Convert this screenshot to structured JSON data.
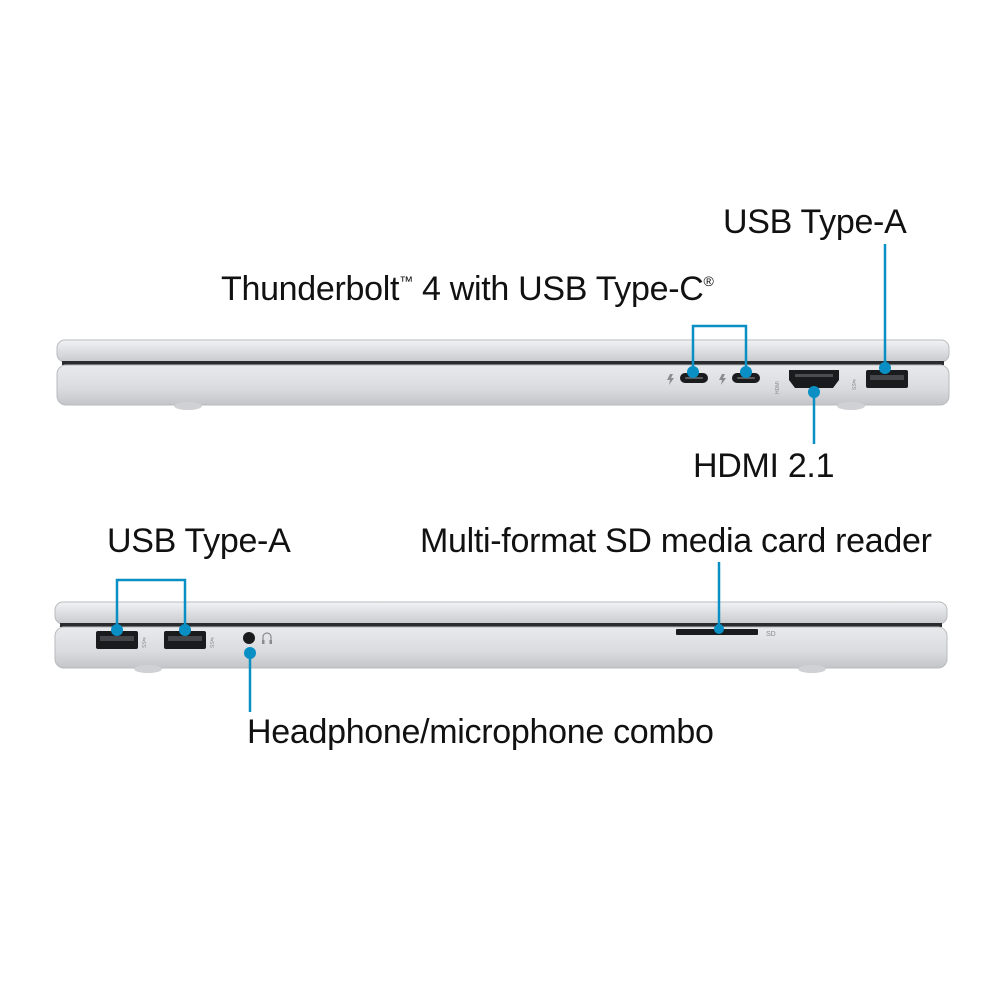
{
  "accent_color": "#0a8fc4",
  "right_side_view": {
    "labels": {
      "usb_a": "USB Type-A",
      "thunderbolt": "Thunderbolt",
      "thunderbolt_tm": "™",
      "thunderbolt_rest": " 4 with USB Type-C",
      "thunderbolt_reg": "®",
      "hdmi": "HDMI 2.1"
    },
    "port_markings": {
      "hdmi_mark": "HDMI",
      "usb_mark": "SS⇋"
    }
  },
  "left_side_view": {
    "labels": {
      "usb_a": "USB Type-A",
      "sd_reader": "Multi-format SD media card reader",
      "audio_combo": "Headphone/microphone combo"
    },
    "port_markings": {
      "usb_mark": "SS⇋",
      "sd_mark": "SD"
    }
  },
  "icons": [
    "thunderbolt-icon",
    "headphone-icon"
  ]
}
